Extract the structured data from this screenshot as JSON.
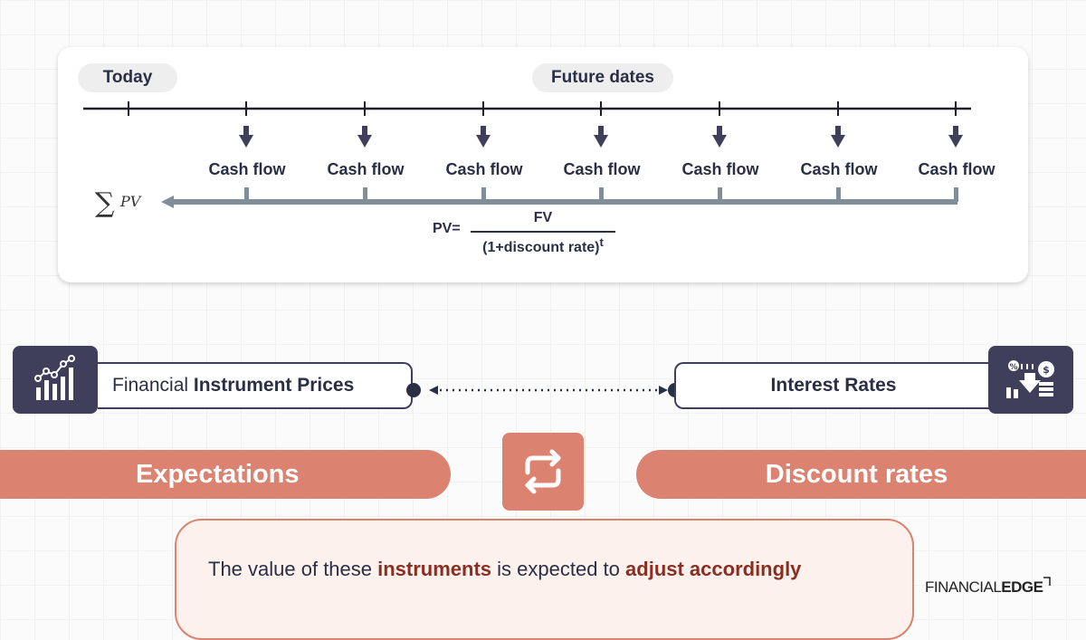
{
  "timeline": {
    "today_label": "Today",
    "future_label": "Future dates",
    "cash_flow_labels": [
      "Cash flow",
      "Cash flow",
      "Cash flow",
      "Cash flow",
      "Cash flow",
      "Cash flow",
      "Cash flow"
    ],
    "sigma_symbol": "∑",
    "sigma_pv": "PV",
    "formula_lhs": "PV=",
    "formula_numerator": "FV",
    "formula_denominator": "(1+discount rate)",
    "formula_exponent": "t"
  },
  "relationship": {
    "left_prefix": "Financial ",
    "left_bold": "Instrument Prices",
    "right_label": "Interest Rates",
    "left_icon": "bar-chart-growth-icon",
    "right_icon": "interest-rate-down-icon"
  },
  "bars": {
    "left_label": "Expectations",
    "right_label": "Discount rates",
    "swap_icon": "swap-arrows-icon"
  },
  "conclusion": {
    "part1": "The value of these ",
    "bold1": "instruments",
    "part2": " is expected to ",
    "bold2": "adjust accordingly"
  },
  "logo": {
    "part1": "FINANCIAL",
    "part2": "EDGE"
  },
  "colors": {
    "navy": "#3f3f5c",
    "accent": "#db8270",
    "slate_arrow": "#7f8e99"
  }
}
